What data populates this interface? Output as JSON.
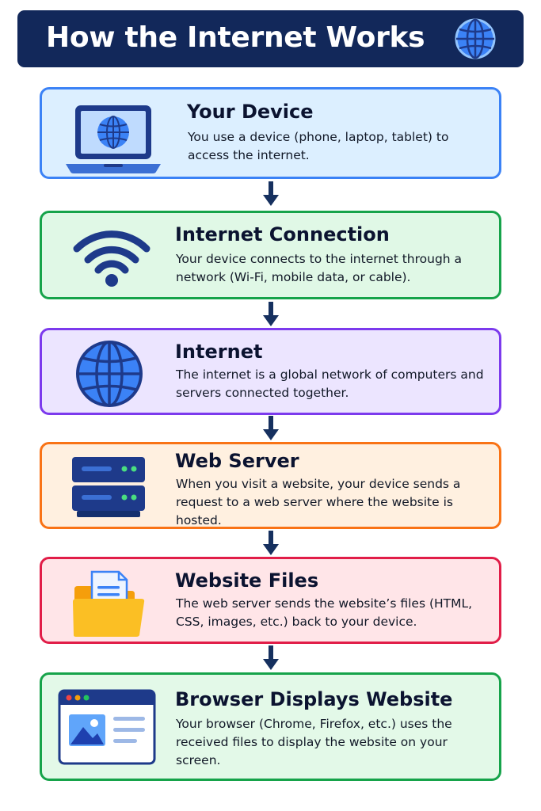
{
  "header": {
    "title": "How the Internet Works",
    "icon": "globe-icon"
  },
  "colors": {
    "header_bg": "#12285a",
    "arrow": "#16305f"
  },
  "steps": [
    {
      "title": "Your Device",
      "text": "You use a device (phone, laptop, tablet) to access the internet.",
      "icon": "laptop-globe-icon",
      "border": "#3b82f6",
      "bg": "#dcefff"
    },
    {
      "title": "Internet Connection",
      "text": "Your device connects to the internet through a network (Wi-Fi, mobile data, or cable).",
      "icon": "wifi-icon",
      "border": "#16a34a",
      "bg": "#e0f8e6"
    },
    {
      "title": "Internet",
      "text": "The internet is a global network of computers and servers connected together.",
      "icon": "globe-icon",
      "border": "#7c3aed",
      "bg": "#ece5ff"
    },
    {
      "title": "Web Server",
      "text": "When you visit a website, your device sends a request to a web server where the website is hosted.",
      "icon": "server-icon",
      "border": "#f97316",
      "bg": "#fff0e0"
    },
    {
      "title": "Website Files",
      "text": "The web server sends the website’s files (HTML, CSS, images, etc.) back to your device.",
      "icon": "folder-icon",
      "border": "#e11d48",
      "bg": "#ffe5e8"
    },
    {
      "title": "Browser Displays Website",
      "text": "Your browser (Chrome, Firefox, etc.) uses the received files to display the website on your screen.",
      "icon": "browser-window-icon",
      "border": "#16a34a",
      "bg": "#e3f9e8"
    }
  ]
}
